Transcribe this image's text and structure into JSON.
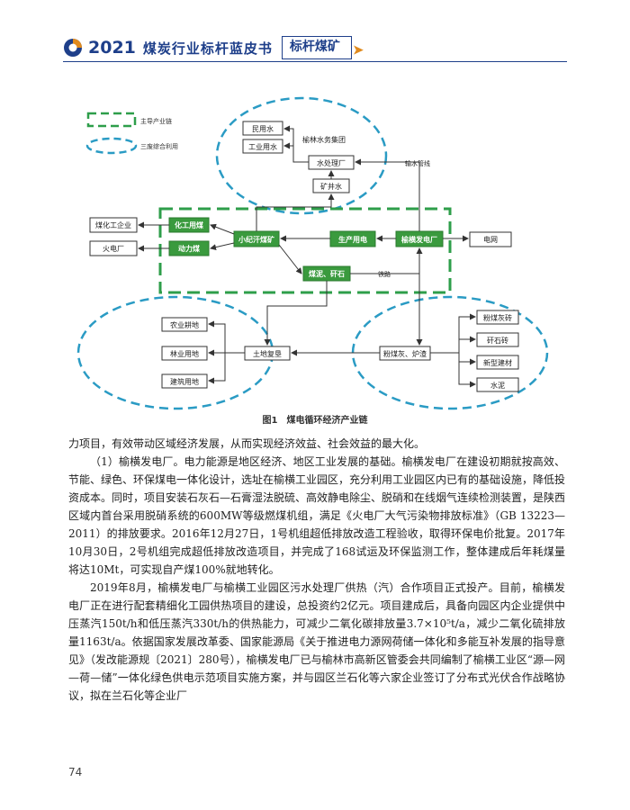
{
  "header": {
    "year": "2021",
    "series_title": "煤炭行业标杆蓝皮书",
    "tag": "标杆煤矿",
    "tag_arrow": "➤",
    "colors": {
      "brand_blue": "#1e3f8a",
      "accent_orange": "#e08a1e"
    }
  },
  "diagram": {
    "legend": {
      "main_chain": "主导产业链",
      "comprehensive": "三废综合利用"
    },
    "nodes": {
      "civil_water": "民用水",
      "industrial_water": "工业用水",
      "water_group": "榆林水务集团",
      "water_plant": "水处理厂",
      "mine_water": "矿井水",
      "water_pipeline": "输水管线",
      "coal_chem_company": "煤化工企业",
      "power_plant_customer": "火电厂",
      "chem_coal": "化工用煤",
      "power_coal": "动力煤",
      "mine": "小纪汗煤矿",
      "production_power": "生产用电",
      "power_plant": "榆横发电厂",
      "grid": "电网",
      "gangue": "煤泥、矸石",
      "railway": "铁路",
      "agri_land": "农业耕地",
      "forest_land": "林业用地",
      "construction_land": "建筑用地",
      "land_reclaim": "土地复垦",
      "ash_slag": "粉煤灰、炉渣",
      "ash_brick": "粉煤灰砖",
      "gangue_brick": "矸石砖",
      "new_materials": "新型建材",
      "cement": "水泥"
    },
    "colors": {
      "green": "#3a9a3e",
      "dash_green": "#2e9e4a",
      "dash_blue": "#2a9bc4"
    }
  },
  "caption": "图1　煤电循环经济产业链",
  "paragraphs": [
    "力项目，有效带动区域经济发展，从而实现经济效益、社会效益的最大化。",
    "（1）榆横发电厂。电力能源是地区经济、地区工业发展的基础。榆横发电厂在建设初期就按高效、节能、绿色、环保煤电一体化设计，选址在榆横工业园区，充分利用工业园区内已有的基础设施，降低投资成本。同时，项目安装石灰石—石膏湿法脱硫、高效静电除尘、脱硝和在线烟气连续检测装置，是陕西区域内首台采用脱硝系统的600MW等级燃煤机组，满足《火电厂大气污染物排放标准》（GB 13223—2011）的排放要求。2016年12月27日，1号机组超低排放改造工程验收，取得环保电价批复。2017年10月30日，2号机组完成超低排放改造项目，并完成了168试运及环保监测工作，整体建成后年耗煤量将达10Mt，可实现自产煤100%就地转化。",
    "2019年8月，榆横发电厂与榆横工业园区污水处理厂供热（汽）合作项目正式投产。目前，榆横发电厂正在进行配套精细化工园供热项目的建设，总投资约2亿元。项目建成后，具备向园区内企业提供中压蒸汽150t/h和低压蒸汽330t/h的供热能力，可减少二氧化碳排放量3.7×10⁵t/a，减少二氧化硫排放量1163t/a。依据国家发展改革委、国家能源局《关于推进电力源网荷储一体化和多能互补发展的指导意见》（发改能源规〔2021〕280号），榆横发电厂已与榆林市高新区管委会共同编制了榆横工业区“源—网—荷—储”一体化绿色供电示范项目实施方案，并与园区兰石化等六家企业签订了分布式光伏合作战略协议，拟在兰石化等企业厂"
  ],
  "page_number": "74"
}
